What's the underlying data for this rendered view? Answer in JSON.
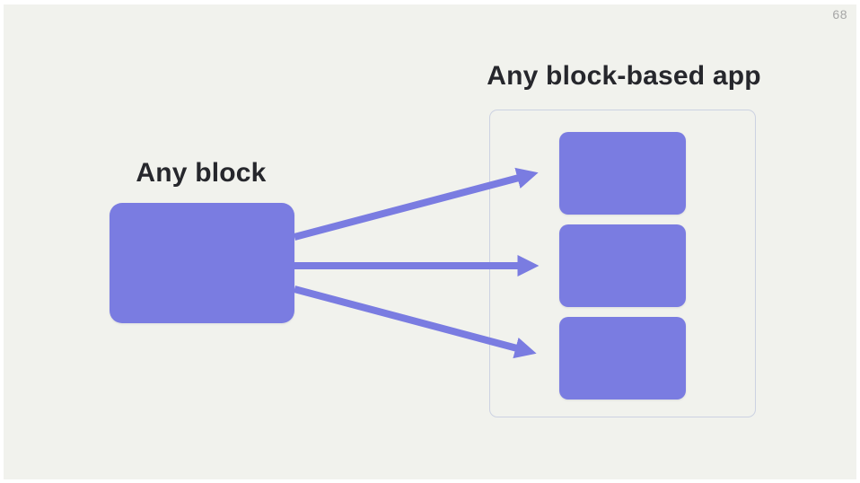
{
  "page_number": "68",
  "source": {
    "label": "Any block"
  },
  "app": {
    "title": "Any block-based app",
    "block_count": 3
  },
  "colors": {
    "accent": "#7a7ce1",
    "slide-bg": "#f1f2ed",
    "container-border": "#ccd2e2",
    "text": "#26272c",
    "page-number": "#a6a6a6"
  }
}
